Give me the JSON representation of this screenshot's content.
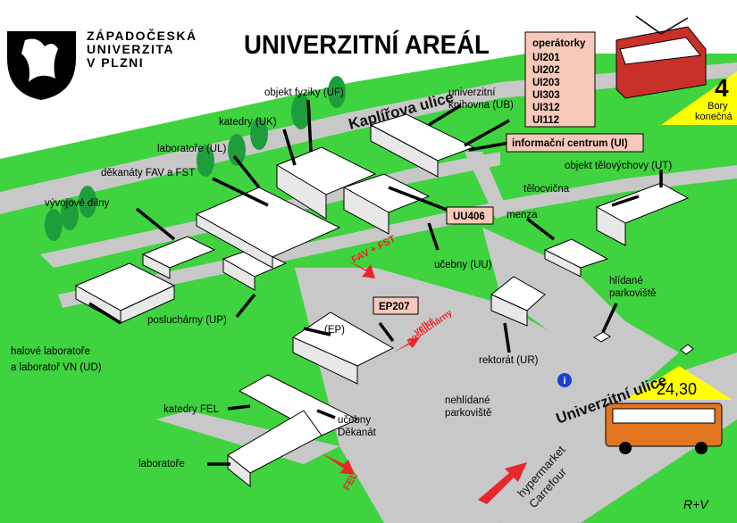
{
  "logo": {
    "line1": "ZÁPADOČESKÁ",
    "line2": "UNIVERZITA",
    "line3": "V PLZNI"
  },
  "title": "UNIVERZITNÍ AREÁL",
  "streets": {
    "kaplirova": "Kaplířova ulice",
    "univerzitni": "Univerzitní ulice"
  },
  "operators_box": {
    "heading": "operátorky",
    "rooms": [
      "UI201",
      "UI202",
      "UI203",
      "UI303",
      "UI312",
      "UI112"
    ]
  },
  "info_centre": "informační centrum (UI)",
  "tram": {
    "line": "4",
    "stop_line1": "Bory",
    "stop_line2": "konečná"
  },
  "bus": {
    "lines": "24,30"
  },
  "room_boxes": {
    "uu406": "UU406",
    "ep207": "EP207"
  },
  "buildings": {
    "uf": "objekt fyziky (UF)",
    "ub_line1": "univerzitní",
    "ub_line2": "knihovna (UB)",
    "uk": "katedry (UK)",
    "ul": "laboratoře (UL)",
    "dekanaty": "děkanáty FAV a FST",
    "dilny": "vývojové dílny",
    "ut": "objekt tělovýchovy (UT)",
    "telocvicna": "tělocvična",
    "menza": "menza",
    "uu": "učebny (UU)",
    "up": "posluchárny (UP)",
    "ud_line1": "halové laboratoře",
    "ud_line2": "a laboratoř VN (UD)",
    "ep": "(EP)",
    "ur": "rektorát (UR)",
    "katedry_fel": "katedry FEL",
    "ucebny_line1": "učebny",
    "ucebny_line2": "Děkanát",
    "laboratore": "laboratoře",
    "hlidane_line1": "hlídané",
    "hlidane_line2": "parkoviště",
    "nehlidane_line1": "nehlídané",
    "nehlidane_line2": "parkoviště"
  },
  "direction_labels": {
    "fav_fst": "FAV + FST",
    "velke_line1": "velké",
    "velke_line2": "posluchárny",
    "fel": "FEL",
    "hyper_line1": "hypermarket",
    "hyper_line2": "Carrefour"
  },
  "info_icon": "i",
  "signature": "R+V",
  "colors": {
    "grass": "#3fd33f",
    "road": "#c8c8c8",
    "label_box": "#f8c9b8",
    "direction_red": "#e8262b",
    "yellow": "#ffff00",
    "tree": "#1e9e3a"
  }
}
